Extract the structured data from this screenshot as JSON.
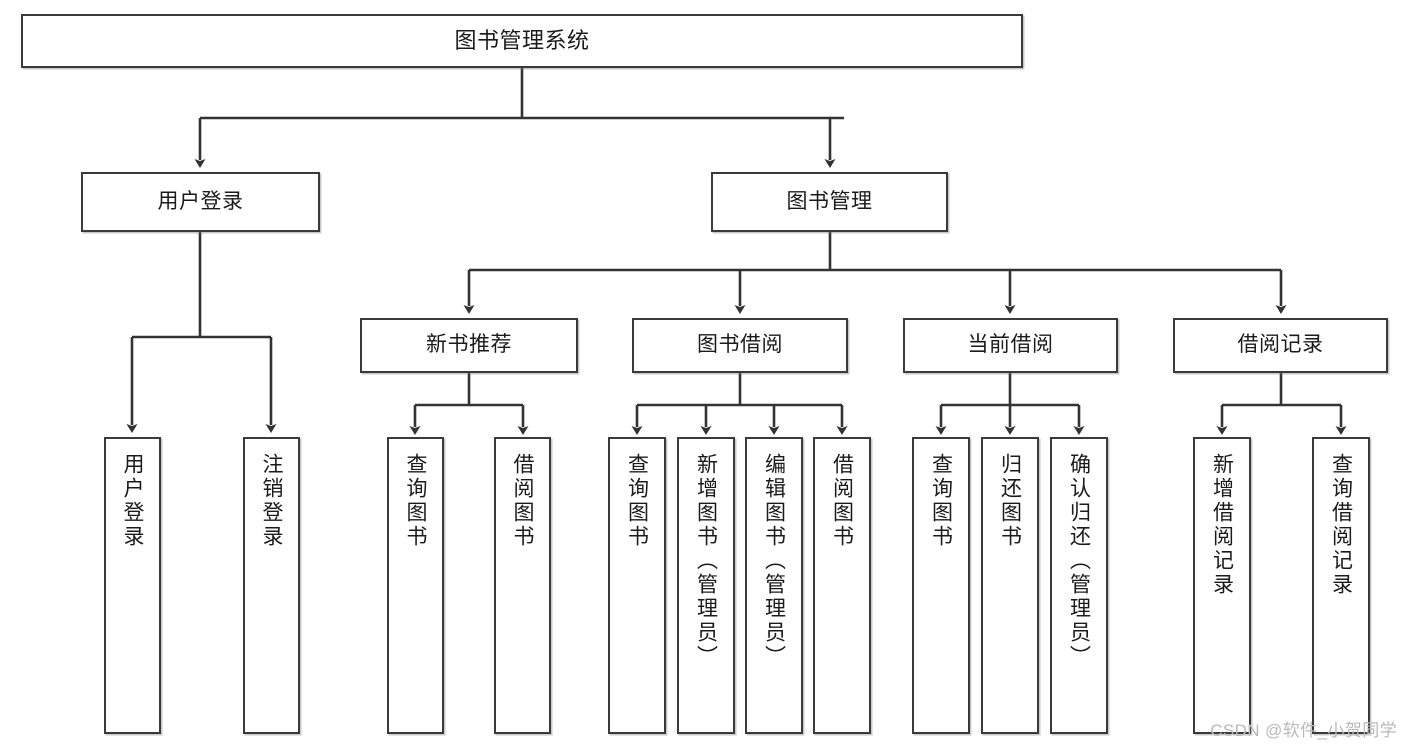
{
  "diagram": {
    "title": "图书管理系统",
    "type": "tree-structure-chart",
    "watermark": "CSDN @软件_小贺同学",
    "colors": {
      "box_border": "#3a3a3a",
      "box_fill": "#ffffff",
      "edge": "#333333",
      "text": "#1b1b1b",
      "watermark": "#b9b9b9"
    },
    "nodes": {
      "root": {
        "label": "图书管理系统"
      },
      "level2": [
        {
          "label": "用户登录"
        },
        {
          "label": "图书管理"
        }
      ],
      "level3": [
        {
          "label": "新书推荐"
        },
        {
          "label": "图书借阅"
        },
        {
          "label": "当前借阅"
        },
        {
          "label": "借阅记录"
        }
      ],
      "leaves": {
        "user_login": [
          {
            "label": "用户登录"
          },
          {
            "label": "注销登录"
          }
        ],
        "new_book_recommend": [
          {
            "label": "查询图书"
          },
          {
            "label": "借阅图书"
          }
        ],
        "book_borrow": [
          {
            "label": "查询图书"
          },
          {
            "label": "新增图书（管理员）"
          },
          {
            "label": "编辑图书（管理员）"
          },
          {
            "label": "借阅图书"
          }
        ],
        "current_borrow": [
          {
            "label": "查询图书"
          },
          {
            "label": "归还图书"
          },
          {
            "label": "确认归还（管理员）"
          }
        ],
        "borrow_record": [
          {
            "label": "新增借阅记录"
          },
          {
            "label": "查询借阅记录"
          }
        ]
      }
    }
  }
}
